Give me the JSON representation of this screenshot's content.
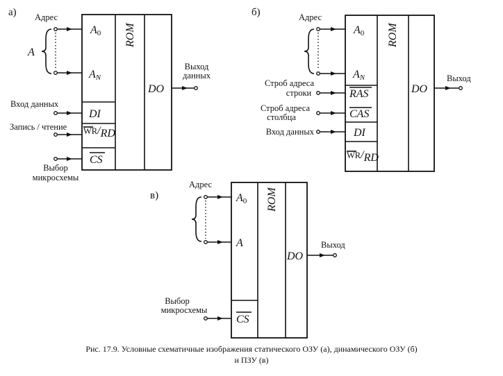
{
  "diagram_a": {
    "label": "а)",
    "address_label": "Адрес",
    "bus_label": "A",
    "pins": {
      "a0": "A",
      "a0_sub": "0",
      "an": "A",
      "an_sub": "N",
      "di": "DI",
      "wr": "WR",
      "rd": "RD",
      "cs": "CS"
    },
    "rom": "ROM",
    "do": "DO",
    "data_in": "Вход данных",
    "write_read": "Запись / чтение",
    "chip_select": [
      "Выбор",
      "микросхемы"
    ],
    "data_out": [
      "Выход",
      "данных"
    ]
  },
  "diagram_b": {
    "label": "б)",
    "address_label": "Адрес",
    "pins": {
      "a0": "A",
      "a0_sub": "0",
      "an": "A",
      "an_sub": "N",
      "ras": "RAS",
      "cas": "CAS",
      "di": "DI",
      "wr": "WR",
      "rd": "RD"
    },
    "rom": "ROM",
    "do": "DO",
    "row_strobe": [
      "Строб адреса",
      "строки"
    ],
    "col_strobe": [
      "Строб адреса",
      "столбца"
    ],
    "data_in": "Вход данных",
    "output": "Выход"
  },
  "diagram_c": {
    "label": "в)",
    "address_label": "Адрес",
    "pins": {
      "a0": "A",
      "a0_sub": "0",
      "a": "A",
      "cs": "CS"
    },
    "rom": "ROM",
    "do": "DO",
    "chip_select": [
      "Выбор",
      "микросхемы"
    ],
    "output": "Выход"
  },
  "caption": [
    "Рис. 17.9. Условные схематичные изображения статического ОЗУ (а), динамического ОЗУ (б)",
    "и ПЗУ (в)"
  ]
}
